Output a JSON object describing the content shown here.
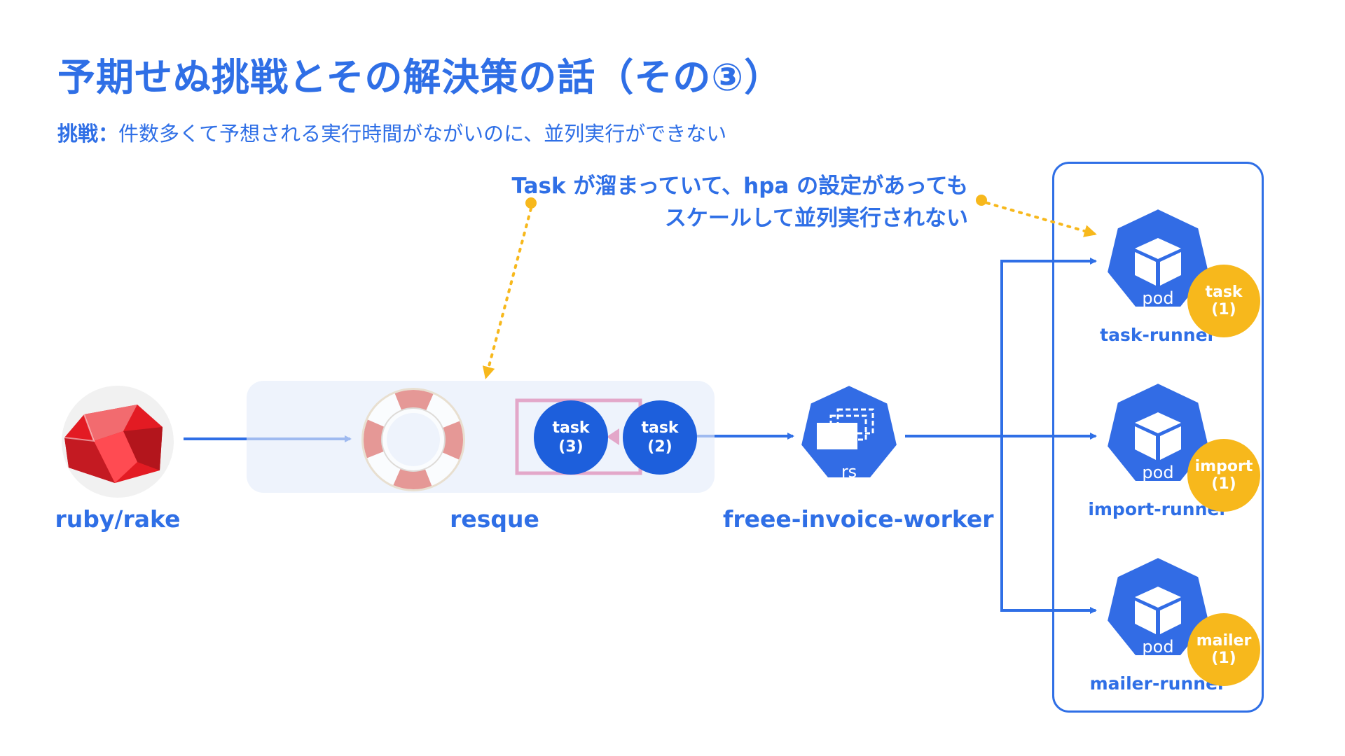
{
  "title": "予期せぬ挑戦とその解決策の話（その③）",
  "subtitle": {
    "label": "挑戦：",
    "text": "件数多くて予想される実行時間がながいのに、並列実行ができない"
  },
  "callout": {
    "line1": "Task が溜まっていて、hpa の設定があっても",
    "line2": "スケールして並列実行されない"
  },
  "nodes": {
    "ruby": "ruby/rake",
    "resque": "resque",
    "worker": "freee-invoice-worker",
    "rs_icon_label": "rs"
  },
  "queue_tasks": [
    {
      "name": "task",
      "count": "(3)"
    },
    {
      "name": "task",
      "count": "(2)"
    }
  ],
  "pods": [
    {
      "icon_label": "pod",
      "name": "task-runner",
      "badge_name": "task",
      "badge_count": "(1)"
    },
    {
      "icon_label": "pod",
      "name": "import-runner",
      "badge_name": "import",
      "badge_count": "(1)"
    },
    {
      "icon_label": "pod",
      "name": "mailer-runner",
      "badge_name": "mailer",
      "badge_count": "(1)"
    }
  ],
  "colors": {
    "primary": "#2f6fe6",
    "accent": "#f7b81c",
    "task": "#1d5fdc",
    "k8s": "#326ce5",
    "queue_border": "#e3a7c9"
  },
  "icons": [
    "ruby-gem-icon",
    "lifebuoy-icon",
    "replicaset-icon",
    "pod-cube-icon"
  ]
}
